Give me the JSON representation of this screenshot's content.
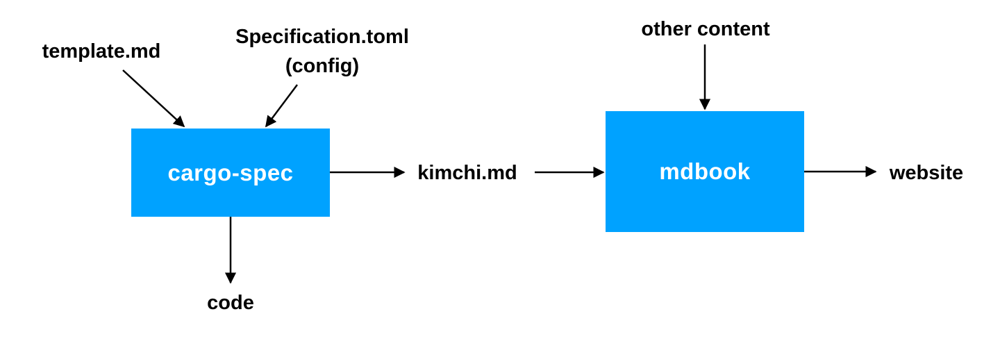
{
  "diagram": {
    "nodes": {
      "cargo_spec": {
        "label": "cargo-spec"
      },
      "mdbook": {
        "label": "mdbook"
      }
    },
    "labels": {
      "template": "template.md",
      "spec_line1": "Specification.toml",
      "spec_line2": "(config)",
      "other_content": "other content",
      "kimchi": "kimchi.md",
      "website": "website",
      "code": "code"
    },
    "edges": [
      {
        "from": "template.md",
        "to": "cargo-spec"
      },
      {
        "from": "Specification.toml (config)",
        "to": "cargo-spec"
      },
      {
        "from": "cargo-spec",
        "to": "kimchi.md"
      },
      {
        "from": "kimchi.md",
        "to": "mdbook"
      },
      {
        "from": "other content",
        "to": "mdbook"
      },
      {
        "from": "mdbook",
        "to": "website"
      },
      {
        "from": "cargo-spec",
        "to": "code"
      }
    ],
    "colors": {
      "node_fill": "#00A2FF",
      "node_text": "#FFFFFF",
      "label_text": "#000000",
      "arrow": "#000000"
    }
  }
}
